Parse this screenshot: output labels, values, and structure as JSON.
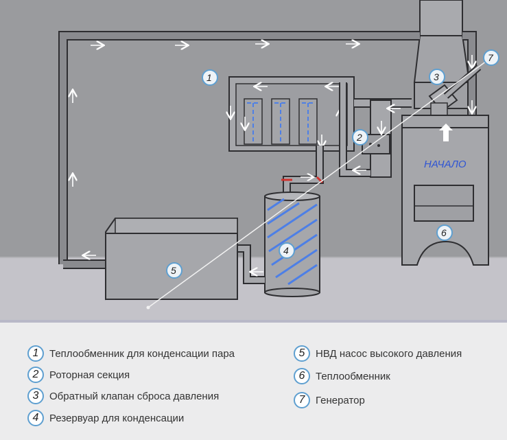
{
  "diagram": {
    "start_label": "НАЧАЛО",
    "badges": [
      "1",
      "2",
      "3",
      "4",
      "5",
      "6",
      "7"
    ]
  },
  "legend": [
    {
      "number": "1",
      "text": "Теплообменник для конденсации пара"
    },
    {
      "number": "2",
      "text": "Роторная секция"
    },
    {
      "number": "3",
      "text": "Обратный клапан сброса давления"
    },
    {
      "number": "4",
      "text": "Резервуар для конденсации"
    },
    {
      "number": "5",
      "text": "НВД насос высокого давления"
    },
    {
      "number": "6",
      "text": "Теплообменник"
    },
    {
      "number": "7",
      "text": "Генератор"
    }
  ],
  "colors": {
    "wall": "#9a9b9e",
    "floor": "#c4c3c9",
    "pipe": "#8a8b8f",
    "outline": "#2e2e31",
    "flow_blue": "#4d7fe6",
    "badge_ring": "#5e9fd0",
    "valve_red": "#d0312d"
  }
}
